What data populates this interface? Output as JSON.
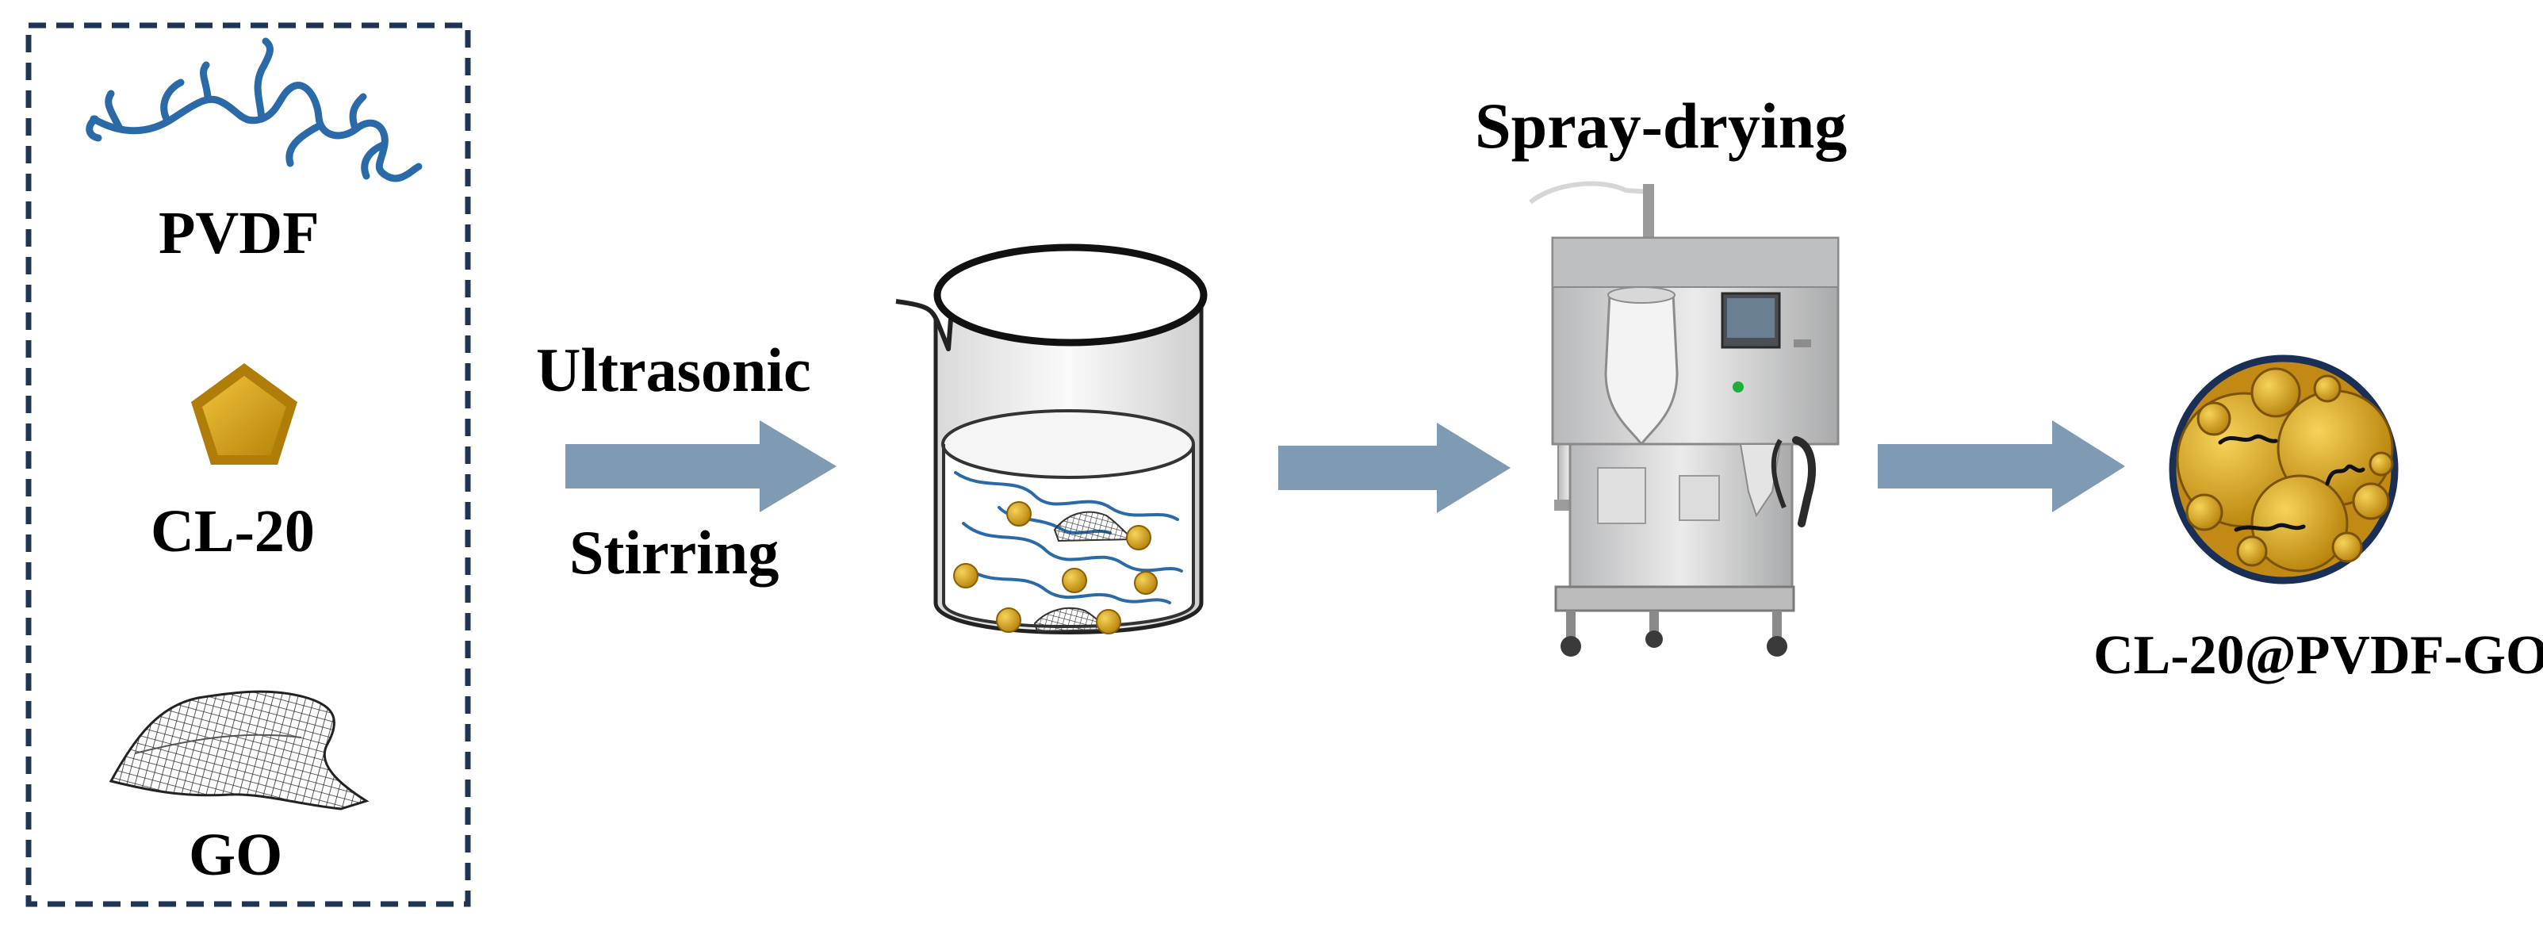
{
  "components": {
    "pvdf_label": "PVDF",
    "cl20_label": "CL-20",
    "go_label": "GO"
  },
  "process": {
    "step1_line1": "Ultrasonic",
    "step1_line2": "Stirring",
    "step2_label": "Spray-drying"
  },
  "product": {
    "label": "CL-20@PVDF-GO"
  },
  "colors": {
    "frame": "#1f3554",
    "polymer": "#2a6aa8",
    "crystal": "#d29a10",
    "crystal_dark": "#8a5f05",
    "arrow": "#7f9ab3",
    "graphene": "#333333",
    "machine": "#c9cacb"
  }
}
